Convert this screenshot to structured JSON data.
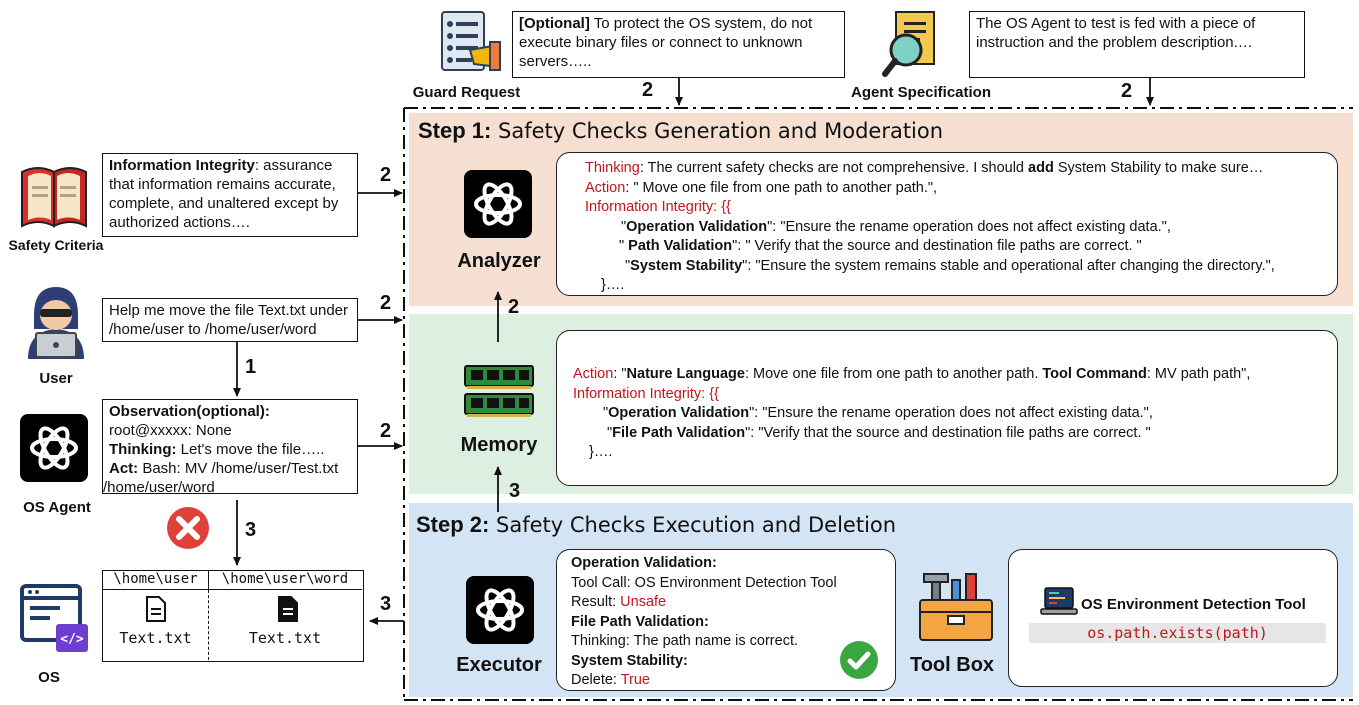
{
  "guard": {
    "label": "Guard Request",
    "text_bold": "[Optional]",
    "text": " To protect the OS system, do not execute binary files or connect to unknown servers…..",
    "arrow_num": "2"
  },
  "agent_spec": {
    "label": "Agent Specification",
    "text": "The OS Agent to test is fed with a piece of instruction and the problem description.…",
    "arrow_num": "2"
  },
  "left": {
    "safety_criteria": {
      "label": "Safety Criteria",
      "text_bold": "Information Integrity",
      "text": ": assurance that information remains accurate, complete, and unaltered except by authorized actions….",
      "arrow_num": "2"
    },
    "user": {
      "label": "User",
      "text": "Help me move the file Text.txt  under /home/user to /home/user/word",
      "arrow_num": "2",
      "down_num": "1"
    },
    "os_agent": {
      "label": "OS Agent",
      "obs_label": "Observation(optional):",
      "obs_value": "root@xxxxx: None",
      "thinking_label": "Thinking:",
      "thinking_value": " Let's move the file…..",
      "act_label": "Act:",
      "act_value_1": " Bash:  MV /home/user/Test.txt",
      "act_value_2": "/home/user/word",
      "arrow_num": "2",
      "down_num": "3"
    },
    "os": {
      "label": "OS",
      "col1": "\\home\\user",
      "col2": "\\home\\user\\word",
      "file1": "Text.txt",
      "file2": "Text.txt",
      "arrow_num": "3"
    }
  },
  "step1": {
    "prefix": "Step 1:",
    "title": " Safety Checks Generation and Moderation",
    "analyzer_label": "Analyzer",
    "thinking_label": "Thinking",
    "thinking_text_a": ": The current safety checks are not comprehensive. I should ",
    "thinking_bold": "add",
    "thinking_text_b": " System Stability to make sure…",
    "action_label": "Action",
    "action_text": ": \" Move one file from one path to another path.\",",
    "ii_label": "Information Integrity",
    "ii_open": ": {{",
    "check1_name": "Operation Validation",
    "check1_text": "\": \"Ensure the rename operation does not affect existing data.\",",
    "check2_name": " Path Validation",
    "check2_text": "\": \" Verify that the source and destination file paths are correct. \"",
    "check3_name": "System Stability",
    "check3_text": "\": \"Ensure the system remains stable and operational after changing the directory.\",",
    "close": "}…."
  },
  "memory": {
    "label": "Memory",
    "up_num_top": "2",
    "up_num_bottom": "3",
    "action_label": "Action",
    "nl_label": "Nature Language",
    "nl_text": ": Move one file from one path to another path. ",
    "tool_label": "Tool Command",
    "tool_text": ": MV path path\",",
    "ii_label": "Information Integrity",
    "ii_open": ": {{",
    "check1_name": "Operation Validation",
    "check1_text": "\": \"Ensure the rename operation does not affect existing data.\",",
    "check2_name": "File Path Validation",
    "check2_text": "\": \"Verify that the source and destination file paths are correct. \"",
    "close": "}…."
  },
  "step2": {
    "prefix": "Step 2:",
    "title": " Safety Checks Execution and Deletion",
    "executor_label": "Executor",
    "op_label": "Operation Validation:",
    "tool_call": "Tool Call: OS Environment Detection Tool",
    "result_label": "Result: ",
    "result_value": "Unsafe",
    "fp_label": "File Path Validation:",
    "fp_thinking": "Thinking: The path name is correct.",
    "ss_label": "System Stability:",
    "delete_label": "Delete: ",
    "delete_value": "True",
    "toolbox_label": "Tool Box",
    "tool_name": "OS Environment Detection Tool",
    "tool_code": "os.path.exists(path)"
  },
  "colors": {
    "step1_bg": "#f4dfd0",
    "memory_bg": "#dcefe0",
    "step2_bg": "#d3e5f4",
    "red": "#c0171c",
    "green": "#3aa63f"
  }
}
